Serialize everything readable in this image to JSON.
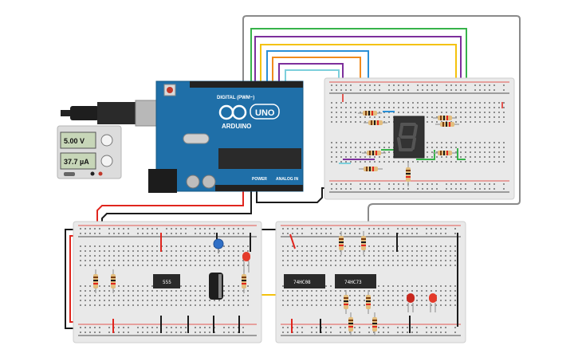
{
  "power_supply": {
    "voltage_reading": "5.00 V",
    "current_reading": "37.7 µA"
  },
  "arduino": {
    "brand": "ARDUINO",
    "model": "UNO",
    "digital_header": "DIGITAL (PWM~)",
    "power_label": "POWER",
    "analog_label": "ANALOG IN"
  },
  "chips": {
    "timer": "555",
    "gate": "74HC08",
    "flipflop": "74HC73"
  },
  "colors": {
    "board_blue": "#1f6fa8",
    "wire_red": "#e0261e",
    "wire_black": "#1b1b1b",
    "wire_green": "#37b34a",
    "wire_purple": "#7d2f9c",
    "wire_orange": "#f08a1c",
    "wire_yellow": "#f4c20d",
    "wire_blue": "#2a8fd6",
    "wire_gray": "#8a8a8a",
    "wire_cyan": "#7ccfdc",
    "led_red": "#e43a2a",
    "capacitor_blue": "#2f6fc6"
  }
}
